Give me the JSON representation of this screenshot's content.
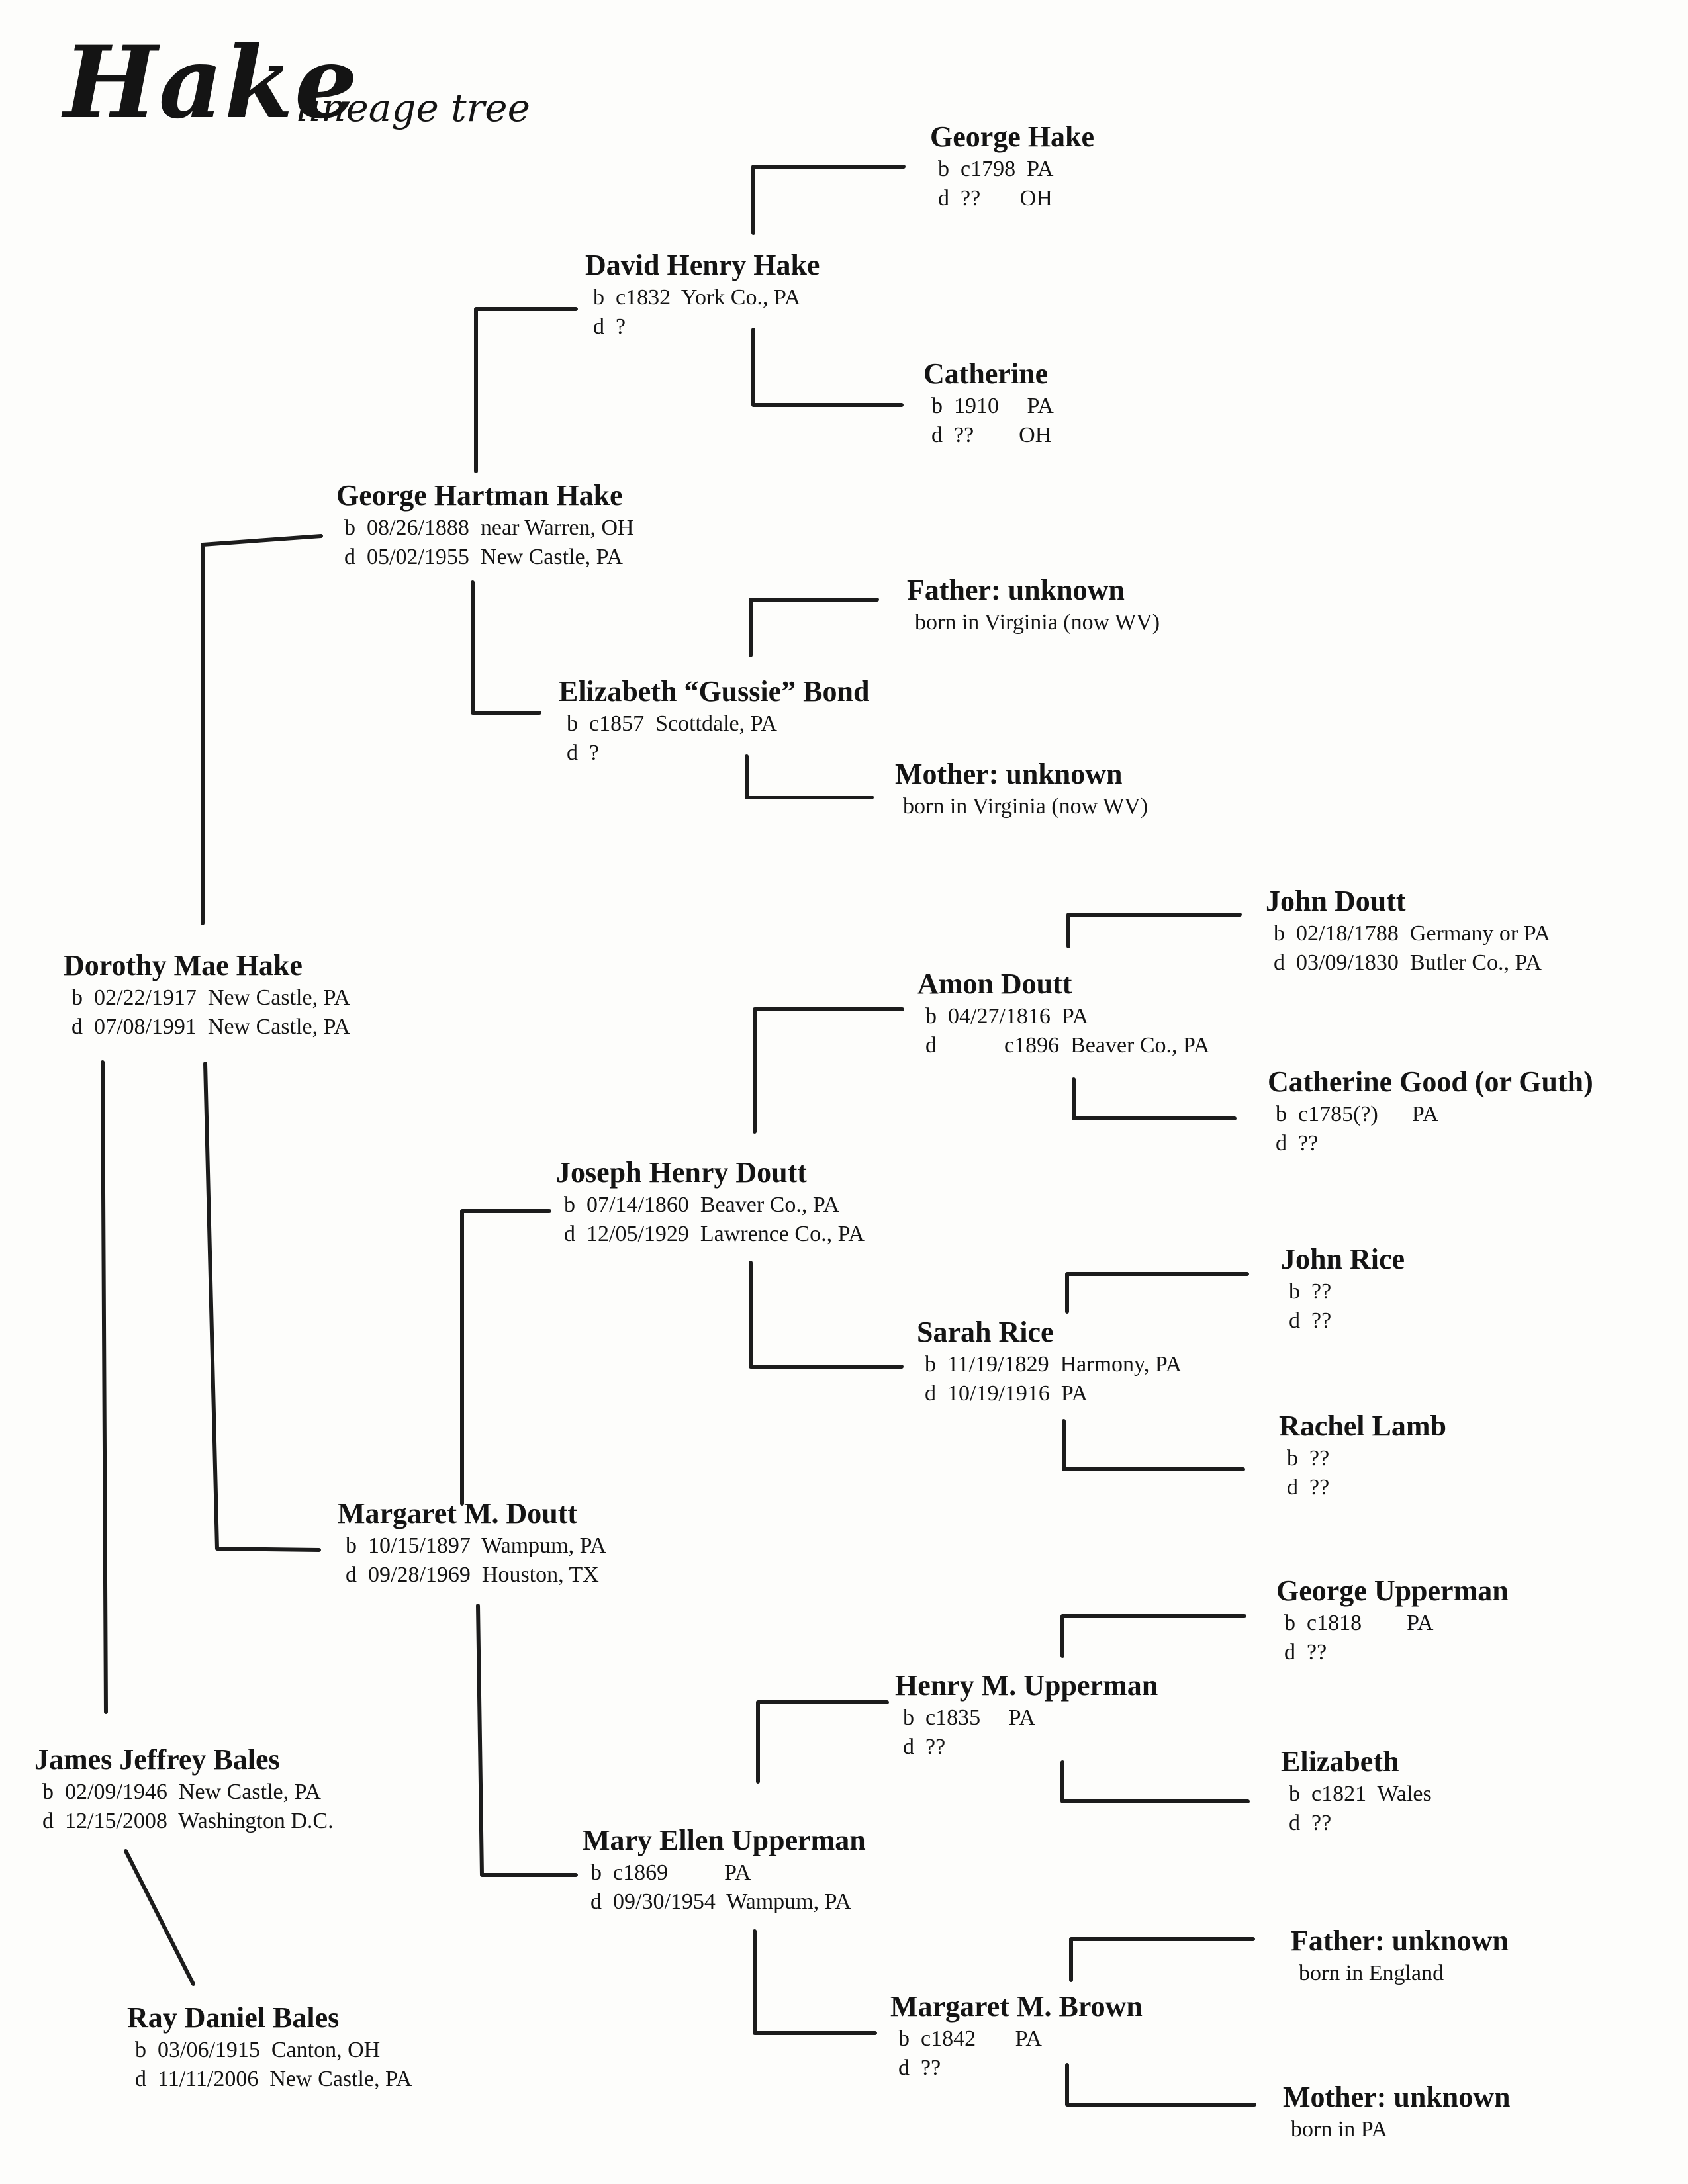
{
  "title": {
    "surname": "Hake",
    "subtitle": "lineage tree"
  },
  "people": [
    {
      "id": "george_hake",
      "name": "George Hake",
      "lines": [
        "b  c1798  PA",
        "d  ??       OH"
      ]
    },
    {
      "id": "david_henry_hake",
      "name": "David Henry Hake",
      "lines": [
        "b  c1832  York Co., PA",
        "d  ?"
      ]
    },
    {
      "id": "catherine",
      "name": "Catherine",
      "lines": [
        "b  1910     PA",
        "d  ??        OH"
      ]
    },
    {
      "id": "george_hartman_hake",
      "name": "George Hartman Hake",
      "lines": [
        "b  08/26/1888  near Warren, OH",
        "d  05/02/1955  New Castle, PA"
      ]
    },
    {
      "id": "father_unknown_1",
      "name": "Father: unknown",
      "lines": [
        "born in Virginia (now WV)"
      ]
    },
    {
      "id": "elizabeth_gussie_bond",
      "name": "Elizabeth “Gussie” Bond",
      "lines": [
        "b  c1857  Scottdale, PA",
        "d  ?"
      ]
    },
    {
      "id": "mother_unknown_1",
      "name": "Mother: unknown",
      "lines": [
        "born in Virginia (now WV)"
      ]
    },
    {
      "id": "john_doutt",
      "name": "John Doutt",
      "lines": [
        "b  02/18/1788  Germany or PA",
        "d  03/09/1830  Butler Co., PA"
      ]
    },
    {
      "id": "dorothy_mae_hake",
      "name": "Dorothy Mae Hake",
      "lines": [
        "b  02/22/1917  New Castle, PA",
        "d  07/08/1991  New Castle, PA"
      ]
    },
    {
      "id": "amon_doutt",
      "name": "Amon Doutt",
      "lines": [
        "b  04/27/1816  PA",
        "d            c1896  Beaver Co., PA"
      ]
    },
    {
      "id": "catherine_good",
      "name": "Catherine Good (or Guth)",
      "lines": [
        "b  c1785(?)      PA",
        "d  ??"
      ]
    },
    {
      "id": "joseph_henry_doutt",
      "name": "Joseph Henry Doutt",
      "lines": [
        "b  07/14/1860  Beaver Co., PA",
        "d  12/05/1929  Lawrence Co., PA"
      ]
    },
    {
      "id": "john_rice",
      "name": "John Rice",
      "lines": [
        "b  ??",
        "d  ??"
      ]
    },
    {
      "id": "sarah_rice",
      "name": "Sarah Rice",
      "lines": [
        "b  11/19/1829  Harmony, PA",
        "d  10/19/1916  PA"
      ]
    },
    {
      "id": "rachel_lamb",
      "name": "Rachel Lamb",
      "lines": [
        "b  ??",
        "d  ??"
      ]
    },
    {
      "id": "margaret_m_doutt",
      "name": "Margaret M. Doutt",
      "lines": [
        "b  10/15/1897  Wampum, PA",
        "d  09/28/1969  Houston, TX"
      ]
    },
    {
      "id": "george_upperman",
      "name": "George Upperman",
      "lines": [
        "b  c1818        PA",
        "d  ??"
      ]
    },
    {
      "id": "henry_m_upperman",
      "name": "Henry M. Upperman",
      "lines": [
        "b  c1835     PA",
        "d  ??"
      ]
    },
    {
      "id": "james_jeffrey_bales",
      "name": "James Jeffrey Bales",
      "lines": [
        "b  02/09/1946  New Castle, PA",
        "d  12/15/2008  Washington D.C."
      ]
    },
    {
      "id": "elizabeth",
      "name": "Elizabeth",
      "lines": [
        "b  c1821  Wales",
        "d  ??"
      ]
    },
    {
      "id": "mary_ellen_upperman",
      "name": "Mary Ellen Upperman",
      "lines": [
        "b  c1869          PA",
        "d  09/30/1954  Wampum, PA"
      ]
    },
    {
      "id": "father_unknown_2",
      "name": "Father: unknown",
      "lines": [
        "born in England"
      ]
    },
    {
      "id": "ray_daniel_bales",
      "name": "Ray Daniel Bales",
      "lines": [
        "b  03/06/1915  Canton, OH",
        "d  11/11/2006  New Castle, PA"
      ]
    },
    {
      "id": "margaret_m_brown",
      "name": "Margaret M. Brown",
      "lines": [
        "b  c1842       PA",
        "d  ??"
      ]
    },
    {
      "id": "mother_unknown_2",
      "name": "Mother: unknown",
      "lines": [
        "born in PA"
      ]
    }
  ]
}
